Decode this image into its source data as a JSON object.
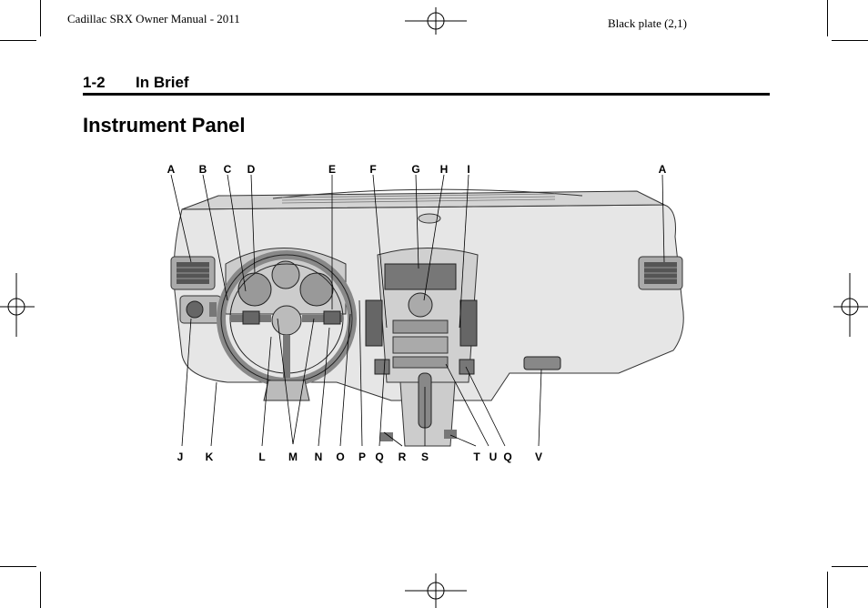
{
  "header": {
    "left": "Cadillac SRX Owner Manual - 2011",
    "right": "Black plate (2,1)"
  },
  "section": {
    "number": "1-2",
    "name": "In Brief"
  },
  "page_title": "Instrument Panel",
  "diagram": {
    "top_callouts": [
      "A",
      "B",
      "C",
      "D",
      "E",
      "F",
      "G",
      "H",
      "I",
      "A"
    ],
    "bottom_callouts": [
      "J",
      "K",
      "L",
      "M",
      "N",
      "O",
      "P",
      "Q",
      "R",
      "S",
      "T",
      "U",
      "Q",
      "V"
    ]
  }
}
